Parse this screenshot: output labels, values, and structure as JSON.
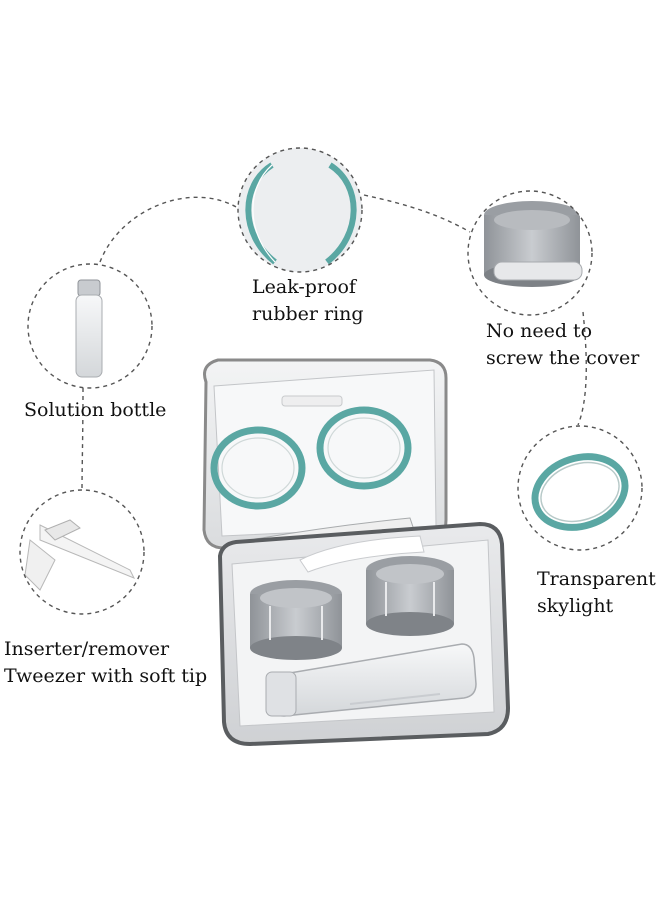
{
  "features": {
    "leak_proof": {
      "line1": "Leak-proof",
      "line2": "rubber ring"
    },
    "no_screw": {
      "line1": "No need to",
      "line2": "screw the cover"
    },
    "solution_bottle": {
      "line1": "Solution bottle"
    },
    "tweezer": {
      "line1": "Inserter/remover",
      "line2": "Tweezer with soft tip"
    },
    "skylight": {
      "line1": "Transparent",
      "line2": "skylight"
    }
  },
  "colors": {
    "ring_teal": "#5aa7a3",
    "dashed_line": "#555555",
    "case_edge": "#8a8a8a"
  }
}
